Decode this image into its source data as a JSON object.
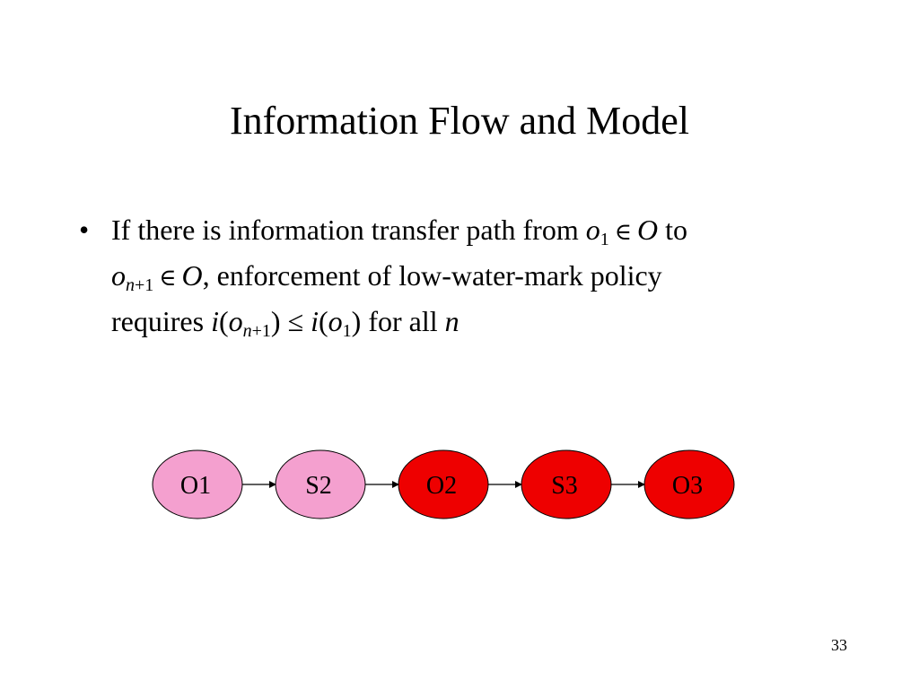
{
  "slide": {
    "title": "Information Flow and Model",
    "bullet": {
      "marker": "•",
      "l1_a": "If there is information transfer path from",
      "l1_o": "o",
      "l1_o_sub": "1",
      "l1_in": "∈",
      "l1_O": "O",
      "l1_to": "to",
      "l2_o": "o",
      "l2_sub_n": "n",
      "l2_sub_p1": "+1",
      "l2_in": "∈",
      "l2_O": "O",
      "l2_rest": ", enforcement of low-water-mark policy",
      "l3_req": "requires",
      "l3_i1": "i",
      "l3_p1": "(",
      "l3_o1": "o",
      "l3_sub_n": "n",
      "l3_sub_p1": "+1",
      "l3_p2": ")",
      "l3_le": "≤",
      "l3_i2": "i",
      "l3_p3": "(",
      "l3_o2": "o",
      "l3_sub2": "1",
      "l3_p4": ")",
      "l3_forall": "for all",
      "l3_n": "n"
    },
    "page_number": "33"
  },
  "diagram": {
    "nodes": [
      {
        "label": "O1",
        "fill": "#f4a0cf"
      },
      {
        "label": "S2",
        "fill": "#f4a0cf"
      },
      {
        "label": "O2",
        "fill": "#ee0000"
      },
      {
        "label": "S3",
        "fill": "#ee0000"
      },
      {
        "label": "O3",
        "fill": "#ee0000"
      }
    ],
    "edges": [
      {
        "from": "O1",
        "to": "S2"
      },
      {
        "from": "S2",
        "to": "O2"
      },
      {
        "from": "O2",
        "to": "S3"
      },
      {
        "from": "S3",
        "to": "O3"
      }
    ]
  }
}
